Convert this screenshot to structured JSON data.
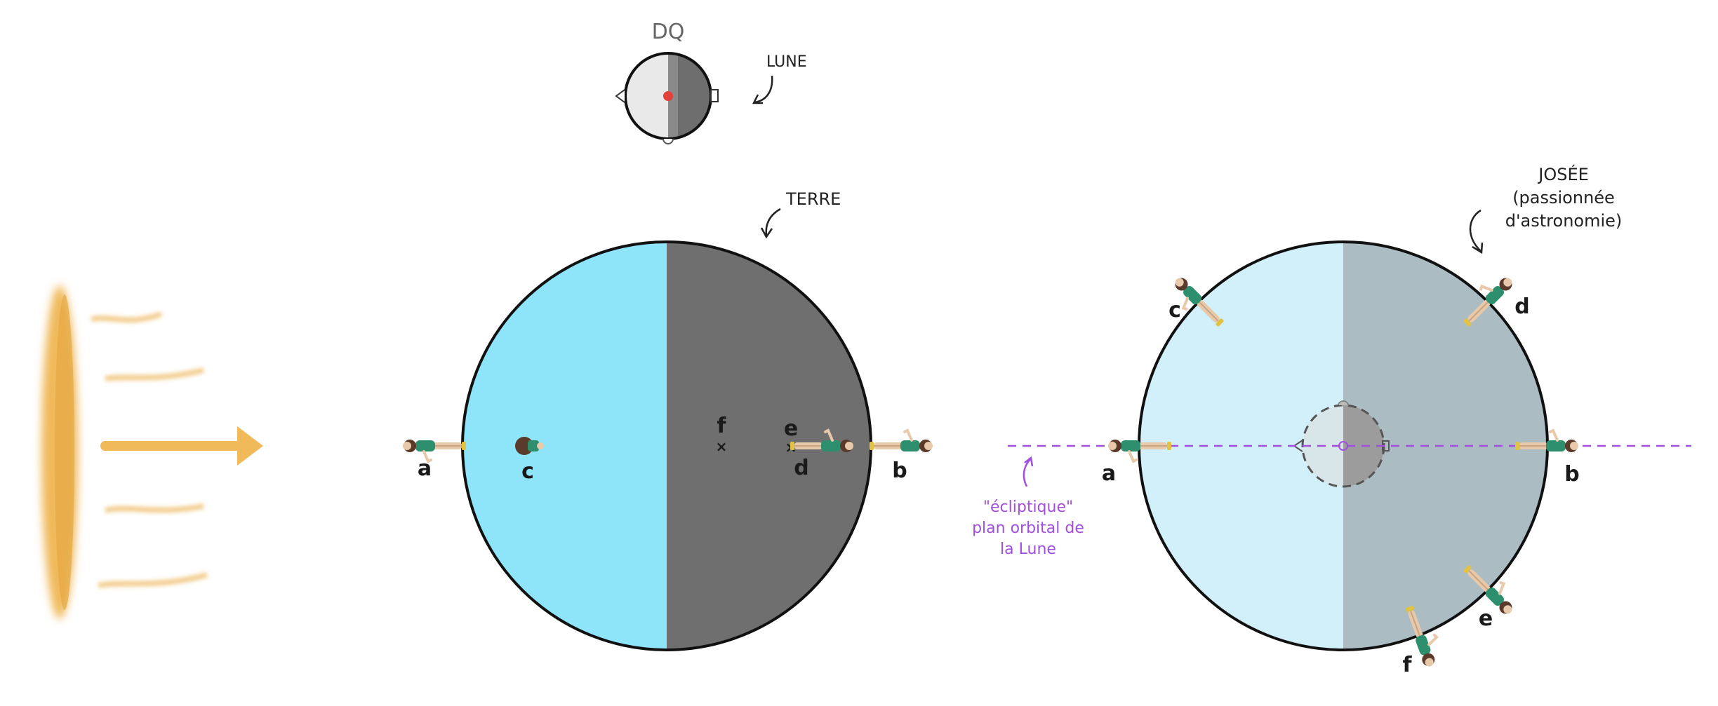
{
  "moon_panel": {
    "title": "DQ",
    "label": "LUNE"
  },
  "earth_panel": {
    "label": "TERRE",
    "observers": [
      "a",
      "b",
      "c",
      "d",
      "e",
      "f"
    ]
  },
  "earth_view": {
    "observer_note_name": "JOSÉE",
    "observer_note_line1": "(passionnée",
    "observer_note_line2": "d'astronomie)",
    "ecliptic_quote": "\"écliptique\"",
    "ecliptic_line2": "plan orbital de",
    "ecliptic_line3": "la Lune",
    "observers": [
      "a",
      "b",
      "c",
      "d",
      "e",
      "f"
    ]
  },
  "colors": {
    "sun": "#f0b95a",
    "day_side": "#8ee4f9",
    "night_side": "#6f6f6f",
    "day_side_pale": "#d2f0fa",
    "night_side_pale": "#abbcc3",
    "ecliptic": "#a24fe0",
    "shirt": "#2e8f6f",
    "hair": "#5a3a2a",
    "skin": "#e8c9a9"
  }
}
